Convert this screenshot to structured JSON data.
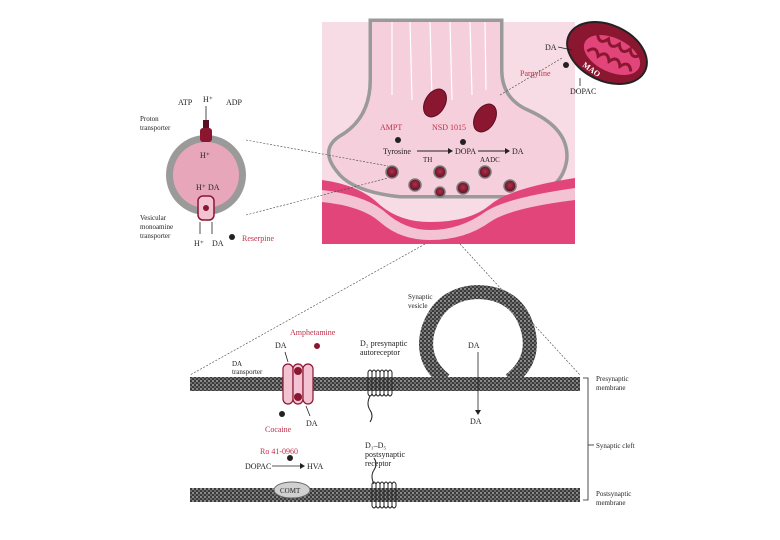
{
  "figure": {
    "top_synapse": {
      "avmt": "AMPT",
      "nsd1015": "NSD 1015",
      "tyrosine": "Tyrosine",
      "th": "TH",
      "dopa": "DOPA",
      "aaad": "AADC",
      "da": "DA"
    },
    "mitochondrion": {
      "mao": "MAO",
      "da": "DA",
      "pargyline": "Pargyline",
      "dopac": "DOPAC"
    },
    "vesicle_detail": {
      "atp": "ATP",
      "h_top": "H⁺",
      "adp": "ADP",
      "proton_transporter_1": "Proton",
      "proton_transporter_2": "transporter",
      "h_inside": "H⁺",
      "h_da": "H⁺ DA",
      "vmat_1": "Vesicular",
      "vmat_2": "monoamine",
      "vmat_3": "transporter",
      "h_bottom": "H⁺",
      "da_bottom": "DA",
      "reserpine": "Reserpine"
    },
    "bottom_panel": {
      "synaptic_vesicle_1": "Synaptic",
      "synaptic_vesicle_2": "vesicle",
      "amphetamine": "Amphetamine",
      "da_transporter_1": "DA",
      "da_transporter_2": "transporter",
      "da_above": "DA",
      "d2_auto_1": "D₂ presynaptic",
      "d2_auto_2": "autoreceptor",
      "vesicle_da": "DA",
      "released_da": "DA",
      "cocaine": "Cocaine",
      "da_out": "DA",
      "presynaptic_1": "Presynaptic",
      "presynaptic_2": "membrane",
      "synaptic_cleft": "Synaptic cleft",
      "ro": "Ro 41-0960",
      "d1d5_1": "D₁–D₅",
      "d1d5_2": "postsynaptic",
      "d1d5_3": "receptor",
      "dopac": "DOPAC",
      "hva": "HVA",
      "comt": "COMT",
      "postsynaptic_1": "Postsynaptic",
      "postsynaptic_2": "membrane"
    }
  },
  "colors": {
    "pink": "#e2457a",
    "pink_light": "#f3c3d4",
    "pink_mid": "#eb8eae",
    "maroon": "#8a1630",
    "gray": "#9a9a9a",
    "dark": "#222222"
  }
}
